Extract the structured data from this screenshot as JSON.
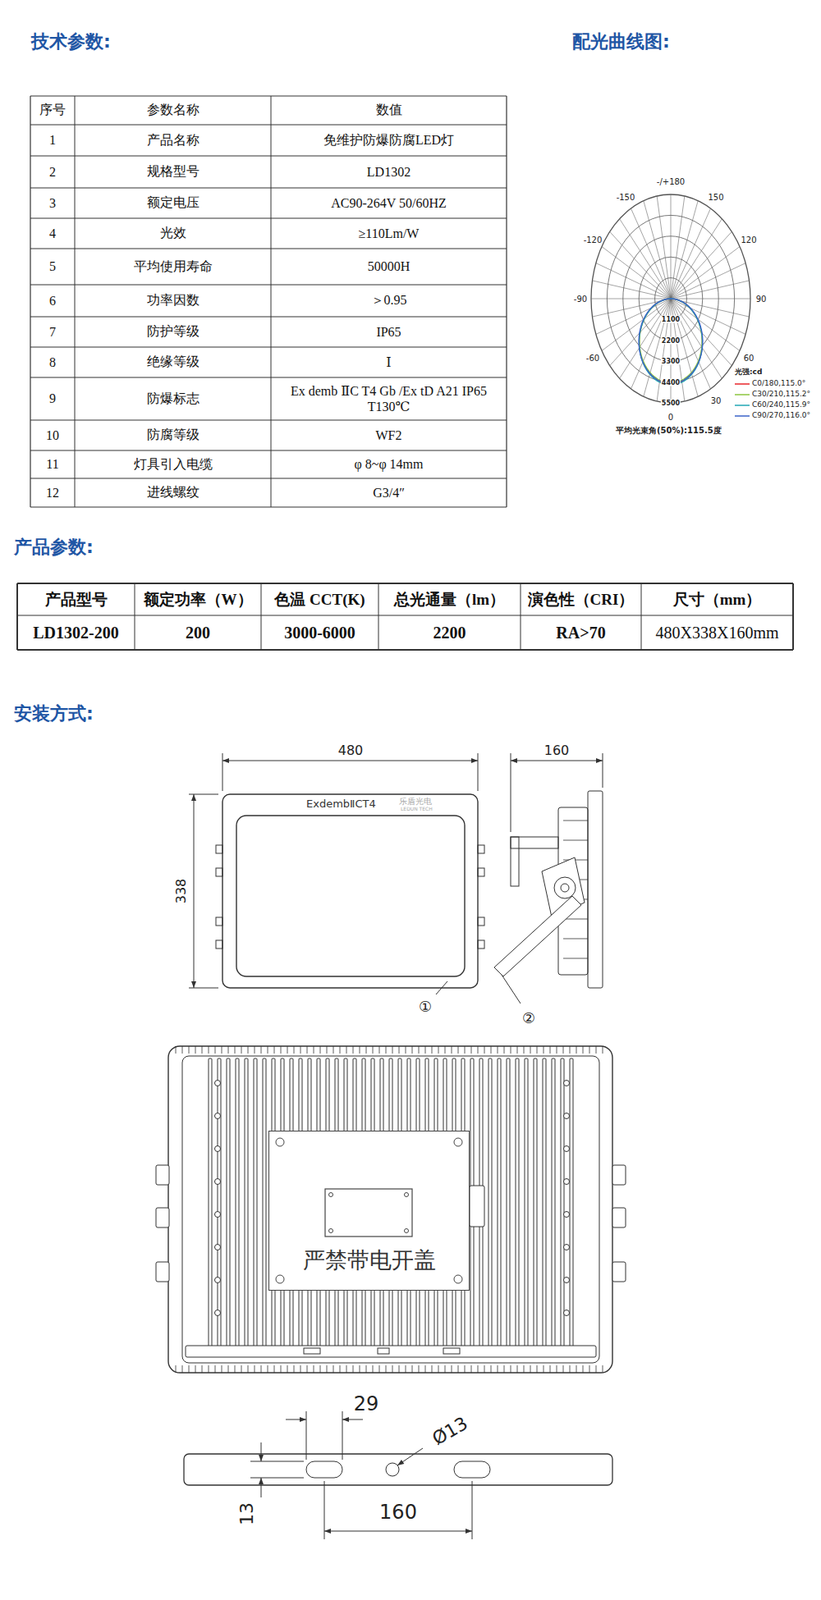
{
  "diagram": {
    "nodes": [
      {
        "text": [
          "严禁带电开盖"
        ]
      }
    ],
    "labels": [
      "技术参数:",
      "配光曲线图:",
      "序号",
      "参数名称",
      "数值",
      "1",
      "产品名称",
      "免维护防爆防腐LED灯",
      "2",
      "规格型号",
      "LD1302",
      "3",
      "额定电压",
      "AC90-264V 50/60HZ",
      "4",
      "光效",
      "≥110Lm/W",
      "5",
      "平均使用寿命",
      "50000H",
      "6",
      "功率因数",
      "＞0.95",
      "7",
      "防护等级",
      "IP65",
      "8",
      "绝缘等级",
      "Ⅰ",
      "9",
      "防爆标志",
      "Ex demb ⅡC T4 Gb /Ex tD A21 IP65 T130℃",
      "10",
      "防腐等级",
      "WF2",
      "11",
      "灯具引入电缆",
      "φ 8~φ 14mm",
      "12",
      "进线螺纹",
      "G3/4″",
      "-/+180",
      "150",
      "-150",
      "120",
      "-120",
      "90",
      "-90",
      "60",
      "-60",
      "30",
      "0",
      "1100",
      "2200",
      "3300",
      "4400",
      "5500",
      "光强:cd",
      "平均光束角(50%):115.5度",
      "产品参数:",
      "产品型号",
      "额定功率（W）",
      "色温 CCT(K)",
      "总光通量（lm）",
      "演色性（CRI）",
      "尺寸（mm）",
      "LD1302-200",
      "200",
      "3000-6000",
      "2200",
      "RA>70",
      "480X338X160mm",
      "安装方式:",
      "480",
      "338",
      "160",
      "ExdembⅡCT4",
      "乐盾光电",
      "LEDUN TECH",
      "①",
      "②",
      "29",
      "Ø13",
      "13",
      "160"
    ],
    "legend": [
      {
        "text": "C0/180,115.0°"
      },
      {
        "text": "C30/210,115.2°"
      },
      {
        "text": "C60/240,115.9°"
      },
      {
        "text": "C90/270,116.0°"
      }
    ]
  }
}
